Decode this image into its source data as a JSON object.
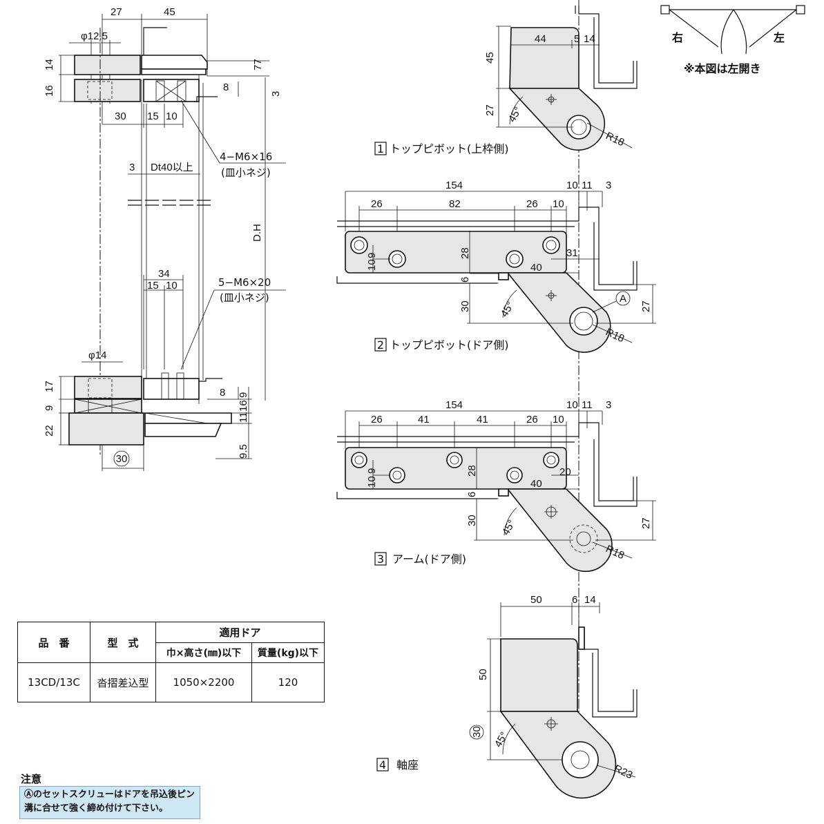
{
  "side_view": {
    "dims": {
      "top_27": "27",
      "top_45": "45",
      "phi_top": "φ12.5",
      "d14": "14",
      "d16": "16",
      "d77": "77",
      "d8": "8",
      "d3": "3",
      "d30": "30",
      "d15": "15",
      "d10": "10",
      "screw_top": "4−M6×16",
      "screw_top_sub": "(皿小ネジ)",
      "d3b": "3",
      "dt": "Dt40以上",
      "dh": "D.H",
      "d34": "34",
      "d15b": "15",
      "d10b": "10",
      "screw_bot": "5−M6×20",
      "screw_bot_sub": "(皿小ネジ)",
      "phi_bot": "φ14",
      "b17": "17",
      "b9": "9",
      "b22": "22",
      "r8": "8",
      "r9": "9",
      "r16": "16",
      "r11": "11",
      "r95": "9.5",
      "circ30": "30"
    }
  },
  "part1": {
    "num": "1",
    "title": "トップピボット(上枠側)",
    "dims": {
      "w44": "44",
      "w5": "5",
      "w14": "14",
      "h45": "45",
      "h27": "27",
      "ang": "45°",
      "r": "R18"
    }
  },
  "part2": {
    "num": "2",
    "title": "トップピボット(ドア側)",
    "dims": {
      "w154": "154",
      "w10": "10",
      "w11": "11",
      "w3": "3",
      "a26": "26",
      "a82": "82",
      "b26": "26",
      "c10": "10",
      "v9": "9",
      "v10": "10",
      "v28": "28",
      "v40": "40",
      "v31": "31",
      "v6": "6",
      "v30": "30",
      "ang": "45°",
      "v27": "27",
      "r": "R18",
      "mark": "A"
    }
  },
  "part3": {
    "num": "3",
    "title": "アーム(ドア側)",
    "dims": {
      "w154": "154",
      "w10": "10",
      "w11": "11",
      "w3": "3",
      "a26": "26",
      "a41": "41",
      "b41": "41",
      "b26": "26",
      "c10": "10",
      "v9": "9",
      "v10": "10",
      "v28": "28",
      "v40": "40",
      "v20": "20",
      "v6": "6",
      "v30": "30",
      "ang": "45°",
      "v27": "27",
      "r": "R18"
    }
  },
  "part4": {
    "num": "4",
    "title": "軸座",
    "dims": {
      "w50": "50",
      "w6": "6",
      "w14": "14",
      "h50": "50",
      "c30": "30",
      "ang": "45°",
      "r": "R23"
    }
  },
  "swing": {
    "right": "右",
    "left": "左",
    "note": "※本図は左開き"
  },
  "table": {
    "h_part": "品　番",
    "h_type": "型　式",
    "h_door": "適用ドア",
    "h_size": "巾×高さ(㎜)以下",
    "h_mass": "質量(kg)以下",
    "part": "13CD/13C",
    "type": "沓摺差込型",
    "size": "1050×2200",
    "mass": "120"
  },
  "note": {
    "title": "注意",
    "text": "Ⓐのセットスクリューはドアを吊込後ピン溝に合せて強く締め付けて下さい。"
  }
}
